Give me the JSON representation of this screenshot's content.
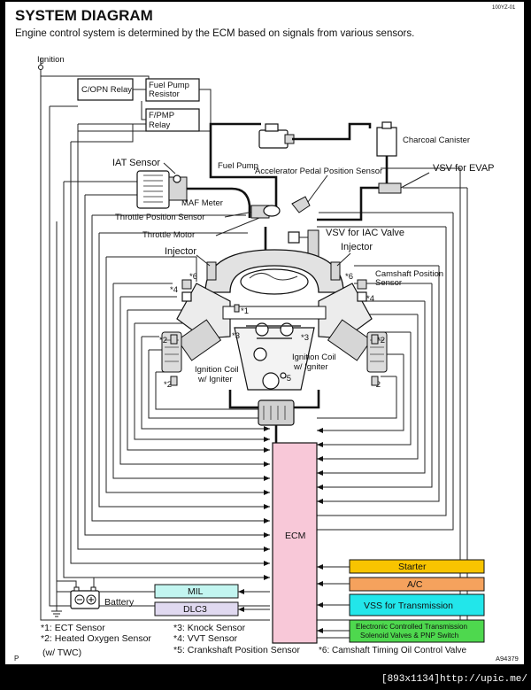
{
  "header": {
    "title": "SYSTEM DIAGRAM",
    "subtitle": "Engine control system is determined by the ECM based on signals from various sensors.",
    "ref_code": "100YZ-01"
  },
  "labels": {
    "ignition": "Ignition",
    "copn_relay": "C/OPN Relay",
    "fuel_pump_resistor_1": "Fuel Pump",
    "fuel_pump_resistor_2": "Resistor",
    "fpmp_relay_1": "F/PMP",
    "fpmp_relay_2": "Relay",
    "charcoal_canister": "Charcoal Canister",
    "iat_sensor": "IAT Sensor",
    "fuel_pump": "Fuel Pump",
    "accel_pedal_sensor": "Accelerator Pedal Position Sensor",
    "vsv_evap": "VSV for EVAP",
    "maf_meter": "MAF Meter",
    "throttle_position_sensor": "Throttle Position Sensor",
    "throttle_motor": "Throttle Motor",
    "vsv_iac": "VSV for IAC Valve",
    "injector_left": "Injector",
    "injector_right": "Injector",
    "camshaft_sensor_1": "Camshaft Position",
    "camshaft_sensor_2": "Sensor",
    "ignition_coil_left_1": "Ignition Coil",
    "ignition_coil_left_2": "w/ Igniter",
    "ignition_coil_right_1": "Ignition Coil",
    "ignition_coil_right_2": "w/ Igniter",
    "ecm": "ECM",
    "battery": "Battery",
    "figure_id": "A94379",
    "page_letter": "P"
  },
  "markers": {
    "m6_left": "*6",
    "m4_left": "*4",
    "m6_right": "*6",
    "m4_right": "*4",
    "m1": "*1",
    "m2_upper_left": "*2",
    "m2_lower_left": "*2",
    "m2_upper_right": "*2",
    "m2_lower_right": "*2",
    "m3_left": "*3",
    "m3_right": "*3",
    "m5": "*5"
  },
  "outputs_left": [
    {
      "label": "MIL",
      "color": "#c2f5f0"
    },
    {
      "label": "DLC3",
      "color": "#e0d9f0"
    }
  ],
  "inputs_right": [
    {
      "label": "Starter",
      "color": "#f8c400"
    },
    {
      "label": "A/C",
      "color": "#f5a25d"
    },
    {
      "label": "VSS for Transmission",
      "color": "#22e6ea"
    },
    {
      "label": "Electronic Controlled Transmission",
      "label2": "Solenoid Valves & PNP Switch",
      "color": "#4ed84e"
    }
  ],
  "colors": {
    "ecm_fill": "#f8c8d8",
    "frame_bg": "#ffffff"
  },
  "legend": {
    "n1": "*1: ECT Sensor",
    "n2": "*2: Heated Oxygen Sensor",
    "n2_sub": "(w/ TWC)",
    "n3": "*3: Knock Sensor",
    "n4": "*4: VVT Sensor",
    "n5": "*5: Crankshaft Position Sensor",
    "n6": "*6: Camshaft Timing Oil Control Valve"
  },
  "watermark": "[893x1134]http://upic.me/"
}
